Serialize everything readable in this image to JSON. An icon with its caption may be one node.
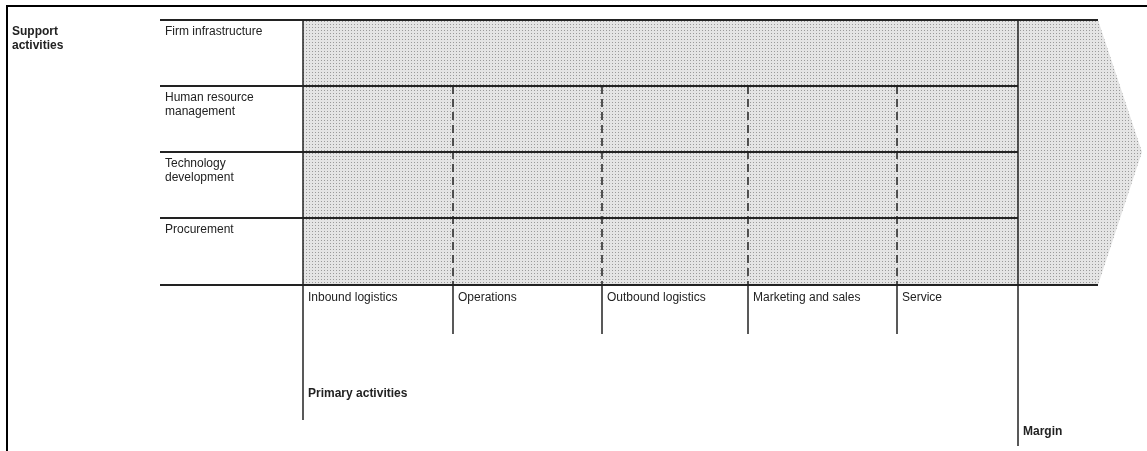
{
  "diagram": {
    "labels": [
      "Support activities",
      "Firm infrastructure",
      "Human resource management",
      "Technology development",
      "Procurement",
      "Inbound logistics",
      "Operations",
      "Outbound logistics",
      "Marketing and sales",
      "Service",
      "Primary activities",
      "Margin"
    ]
  }
}
